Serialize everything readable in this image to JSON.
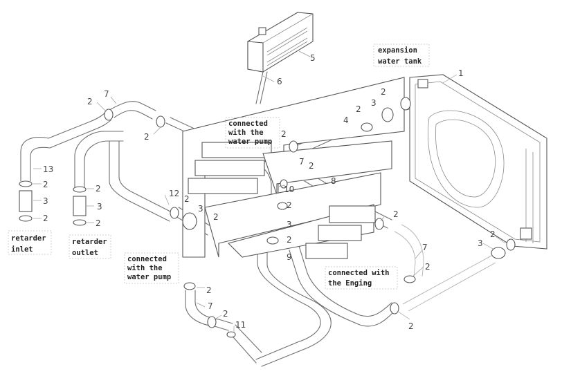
{
  "labels": {
    "expansion": [
      "expansion",
      "water tank"
    ],
    "pump_top": [
      "connected",
      "with the",
      "water pump"
    ],
    "pump_bottom": [
      "connected",
      "with the",
      "water pump"
    ],
    "retarder_inlet": [
      "retarder",
      "inlet"
    ],
    "retarder_outlet": [
      "retarder",
      "outlet"
    ],
    "engine": [
      "connected with",
      "the Enging"
    ]
  },
  "numbers": {
    "n1": "1",
    "n2": "2",
    "n3": "3",
    "n4": "4",
    "n5": "5",
    "n6": "6",
    "n7": "7",
    "n8": "8",
    "n9": "9",
    "n10": "10",
    "n11": "11",
    "n12": "12",
    "n13": "13"
  },
  "colors": {
    "line": "#6f6f6f",
    "text": "#222222",
    "label_box": "#c4c4c4"
  }
}
